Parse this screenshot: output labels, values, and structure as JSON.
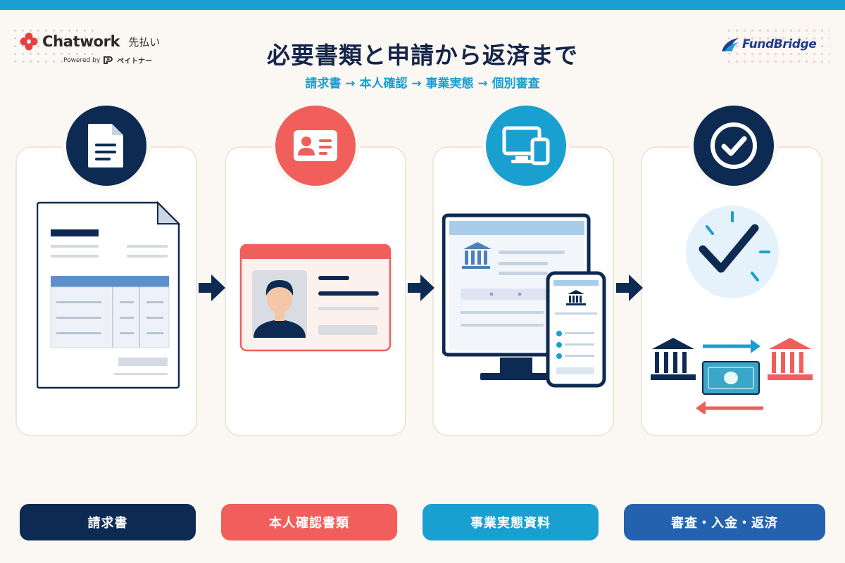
{
  "header": {
    "brand_left": {
      "name": "Chatwork",
      "product": "先払い",
      "powered_by": "Powered by",
      "partner": "ペイトナー"
    },
    "brand_right": {
      "name": "FundBridge"
    },
    "title": "必要書類と申請から返済まで",
    "subtitle": "請求書 → 本人確認 → 事業実態 → 個別審査"
  },
  "steps": [
    {
      "label": "請求書",
      "icon": "document-icon",
      "color": "#0d2a52"
    },
    {
      "label": "本人確認書類",
      "icon": "id-card-icon",
      "color": "#f05f5b"
    },
    {
      "label": "事業実態資料",
      "icon": "devices-icon",
      "color": "#1a9fd1"
    },
    {
      "label": "審査・入金・返済",
      "icon": "check-circle-icon",
      "color": "#2462b0"
    }
  ],
  "colors": {
    "navy": "#0d2a52",
    "coral": "#f05f5b",
    "cyan": "#1a9fd1",
    "blue": "#2462b0",
    "background": "#fbf8f3"
  }
}
